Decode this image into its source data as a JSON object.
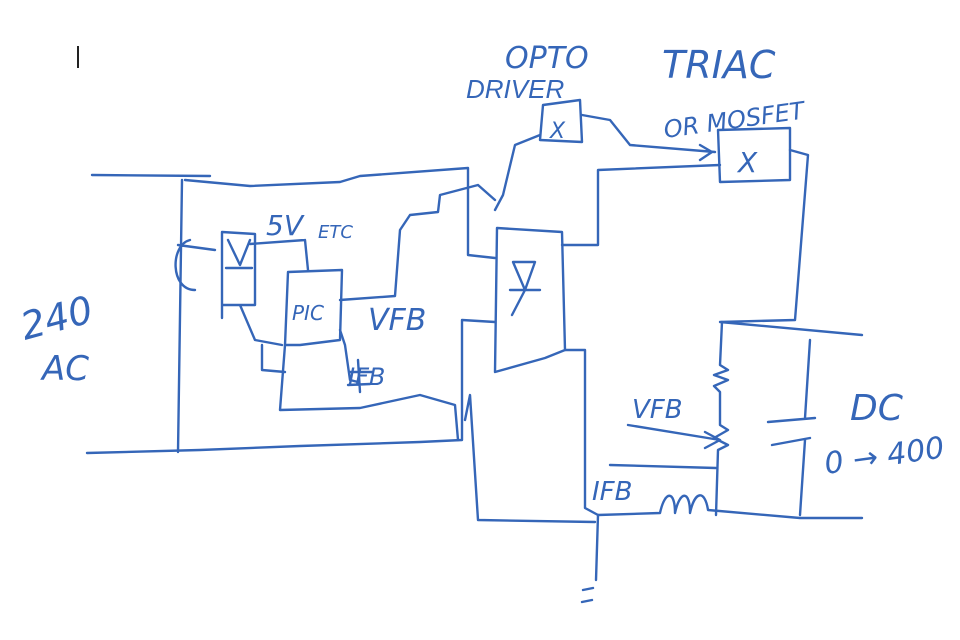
{
  "labels": {
    "opto_top": "OPTO",
    "opto_bottom": "DRIVER",
    "triac_top": "TRIAC",
    "triac_bottom": "OR MOSFET",
    "ac_voltage": "240",
    "ac": "AC",
    "supply_5v": "5V",
    "supply_etc": "ETC",
    "pic": "PIC",
    "vfb_pic": "VFB",
    "ifb_pic": "IFB",
    "vfb_div": "VFB",
    "ifb_shunt": "IFB",
    "dc": "DC",
    "dc_range": "0 → 400",
    "opto_mark": "X",
    "triac_mark": "X"
  },
  "ink_color": "#3566b8"
}
